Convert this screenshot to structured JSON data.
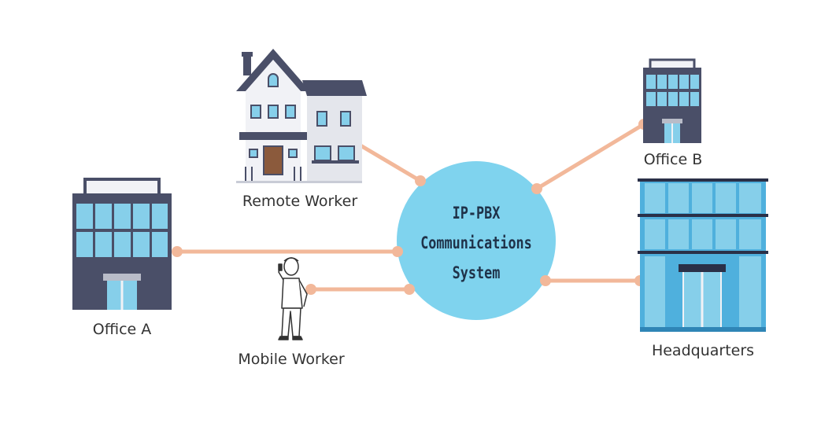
{
  "hub": {
    "lines": [
      "IP-PBX",
      "Communications",
      "System"
    ]
  },
  "nodes": {
    "remote_worker": "Remote Worker",
    "office_b": "Office B",
    "office_a": "Office A",
    "mobile_worker": "Mobile Worker",
    "headquarters": "Headquarters"
  },
  "colors": {
    "hub": "#7fd3ee",
    "connector": "#f2b89a",
    "building_dark": "#4a4f68",
    "window_blue": "#86cfea",
    "hq_blue": "#4fb0dd"
  }
}
